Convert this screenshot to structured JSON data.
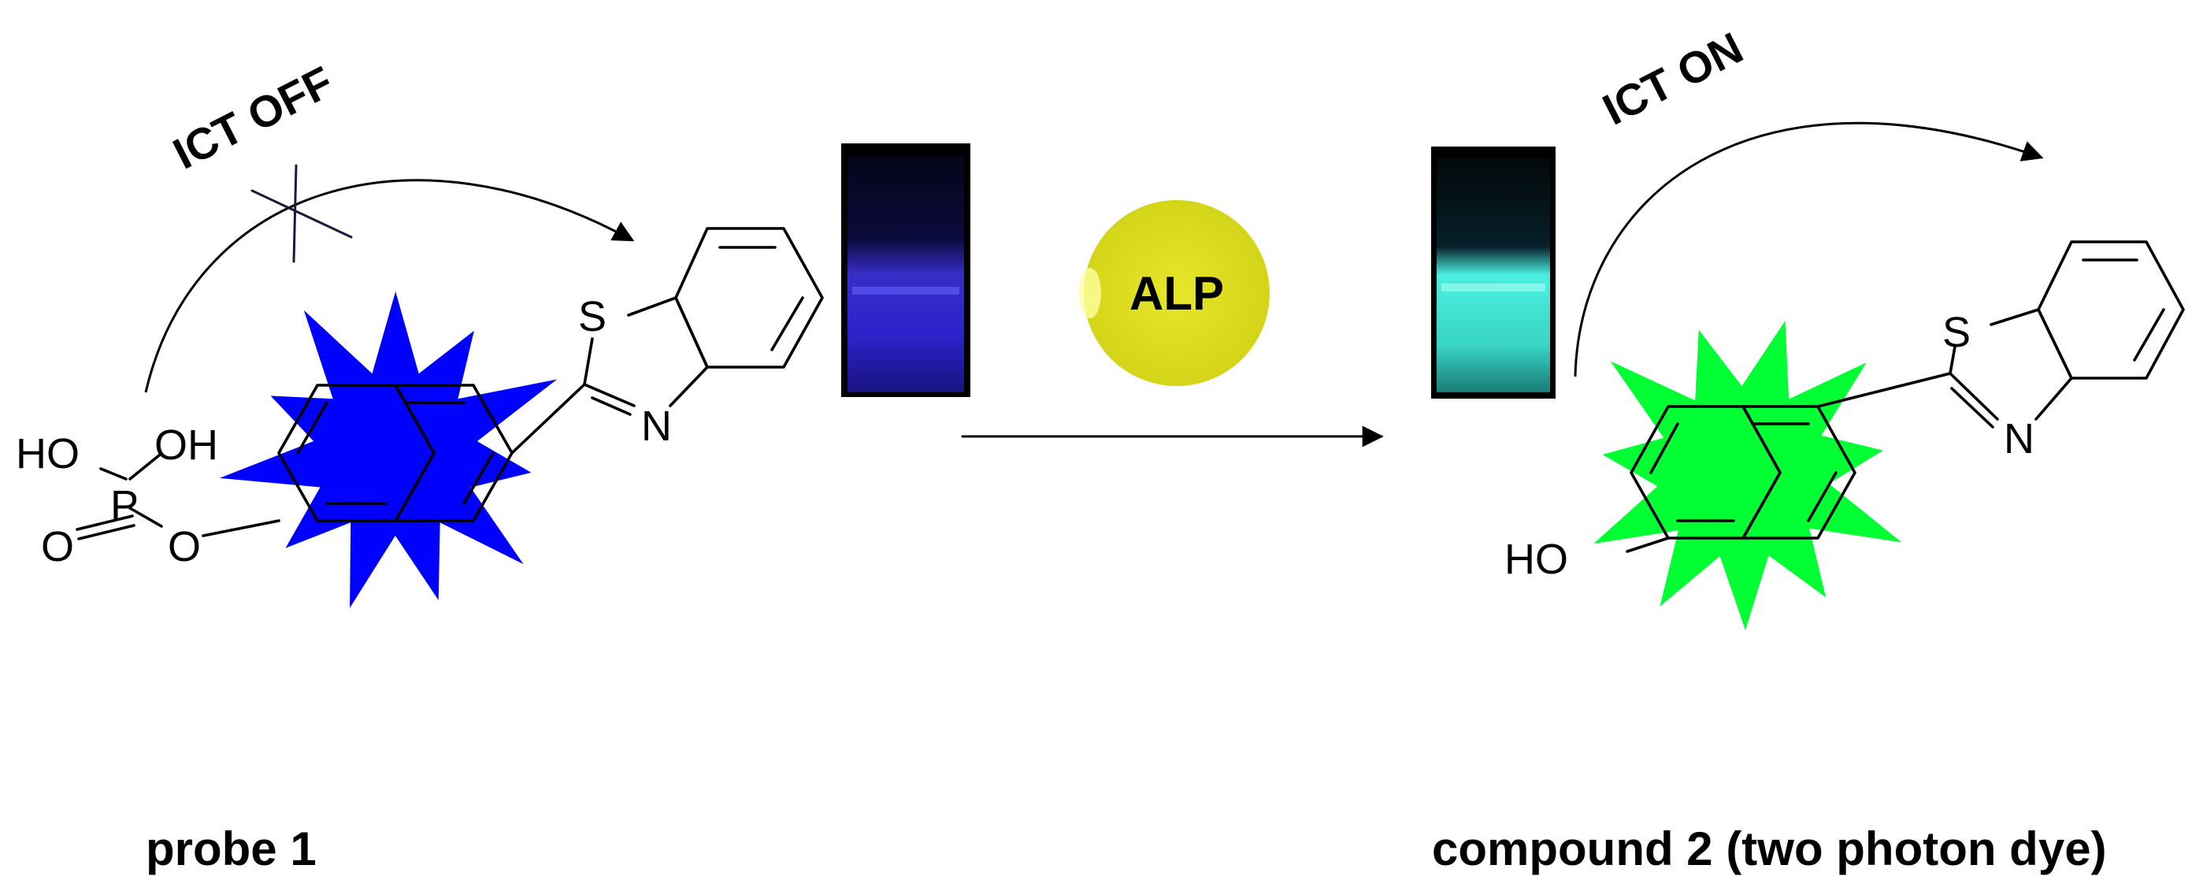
{
  "labels": {
    "ict_off": "ICT OFF",
    "ict_on": "ICT ON",
    "enzyme": "ALP",
    "probe": "probe 1",
    "compound": "compound 2 (two photon dye)"
  },
  "atoms": {
    "ho_left": "HO",
    "oh_left": "OH",
    "p": "P",
    "o_double": "O",
    "o_ester": "O",
    "s_left": "S",
    "n_left": "N",
    "ho_right": "HO",
    "s_right": "S",
    "n_right": "N"
  },
  "colors": {
    "probe_star": "#0000ff",
    "compound_star": "#00ff33",
    "alp_circle": "#dede22",
    "vial_background": "#000000",
    "vial_probe_glow": "#2a1fd8",
    "vial_compound_glow": "#3fe0d0"
  }
}
